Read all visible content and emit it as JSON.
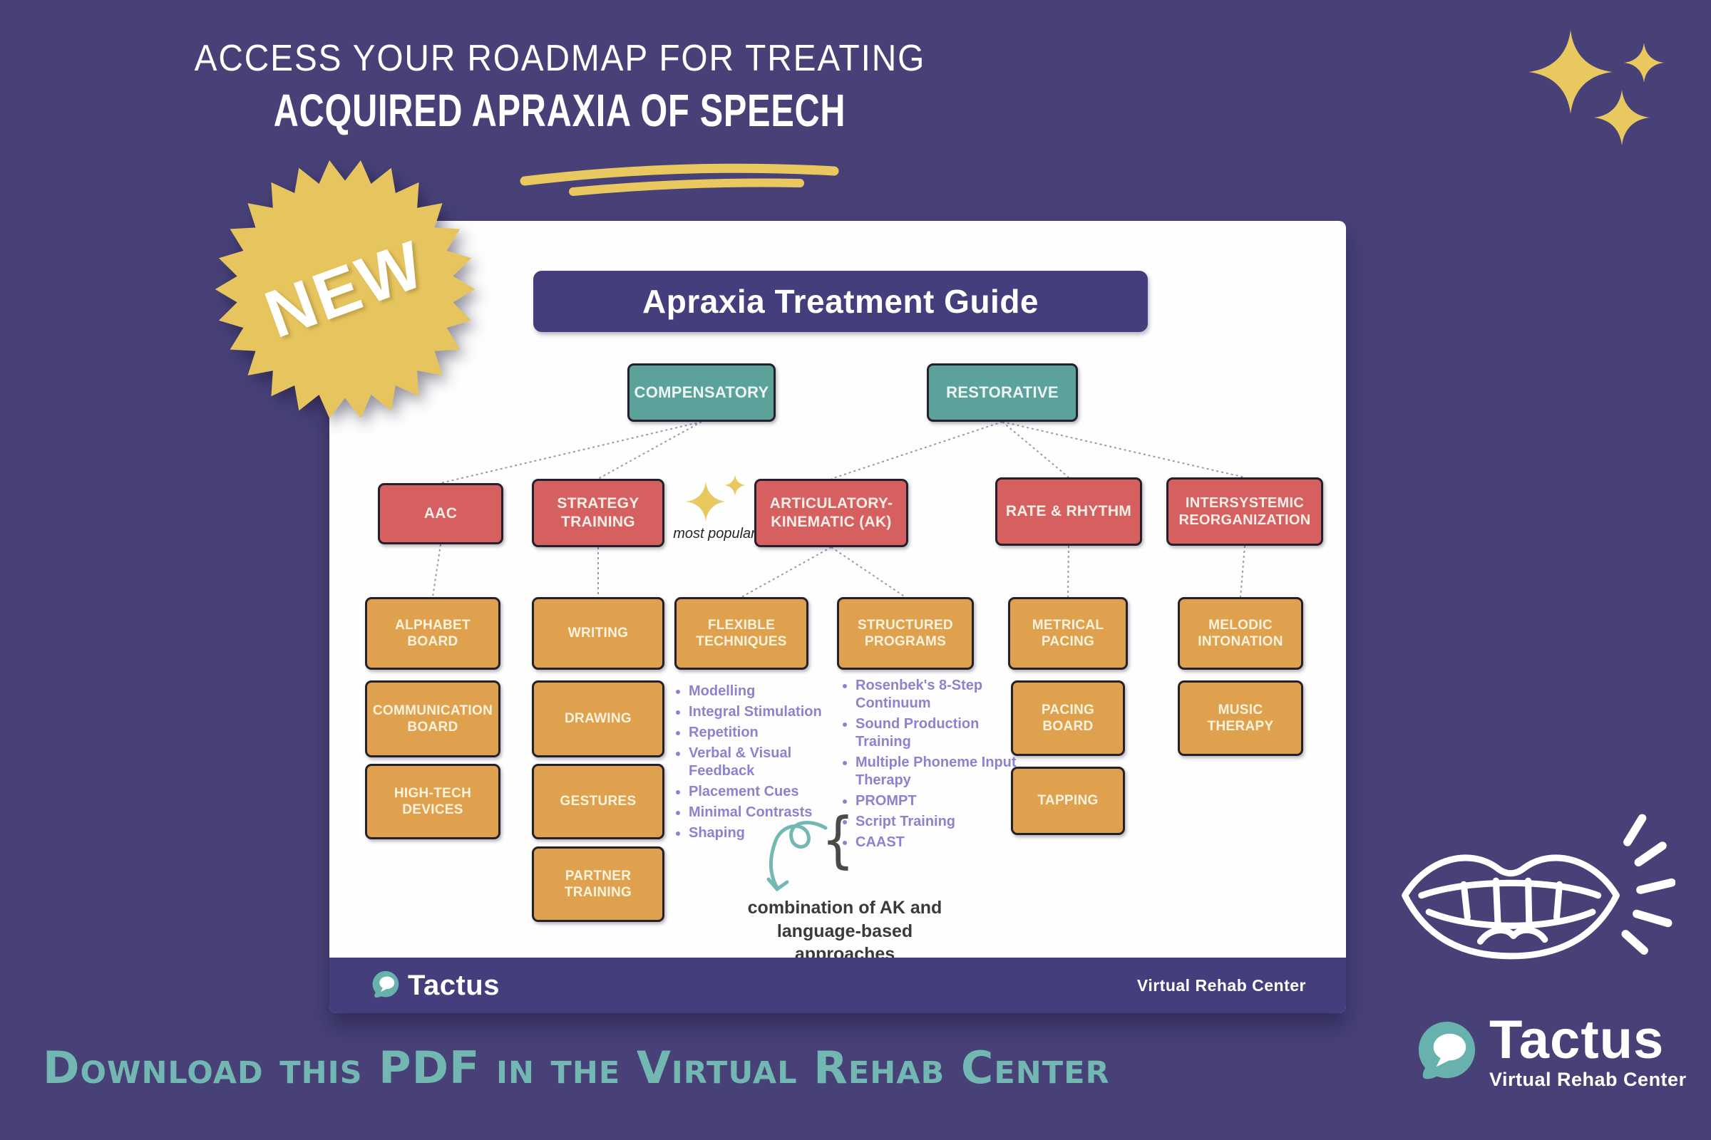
{
  "colors": {
    "background": "#474178",
    "panel_purple": "#443e7c",
    "teal_box": "#5ba29b",
    "red_box": "#d65f5f",
    "orange_box": "#dfa14d",
    "accent_yellow": "#e9c85f",
    "list_text": "#8b83cf",
    "script_teal": "#72b7b2"
  },
  "header": {
    "line1": "ACCESS YOUR ROADMAP FOR TREATING",
    "line2": "ACQUIRED APRAXIA OF SPEECH"
  },
  "badge": {
    "label": "NEW"
  },
  "guide": {
    "title": "Apraxia Treatment Guide",
    "most_popular_note": "most popular",
    "level1": [
      {
        "label": "COMPENSATORY"
      },
      {
        "label": "RESTORATIVE"
      }
    ],
    "level2": [
      {
        "label": "AAC"
      },
      {
        "label": "STRATEGY TRAINING"
      },
      {
        "label": "ARTICULATORY-KINEMATIC (AK)"
      },
      {
        "label": "RATE & RHYTHM"
      },
      {
        "label": "INTERSYSTEMIC REORGANIZATION"
      }
    ],
    "aac_methods": [
      "ALPHABET BOARD",
      "COMMUNICATION BOARD",
      "HIGH-TECH DEVICES"
    ],
    "strategy_methods": [
      "WRITING",
      "DRAWING",
      "GESTURES",
      "PARTNER TRAINING"
    ],
    "ak_methods": [
      "FLEXIBLE TECHNIQUES",
      "STRUCTURED PROGRAMS"
    ],
    "rate_methods": [
      "METRICAL PACING",
      "PACING BOARD",
      "TAPPING"
    ],
    "intersystemic_methods": [
      "MELODIC INTONATION",
      "MUSIC THERAPY"
    ],
    "flexible_techniques": [
      "Modelling",
      "Integral Stimulation",
      "Repetition",
      "Verbal & Visual Feedback",
      "Placement Cues",
      "Minimal Contrasts",
      "Shaping"
    ],
    "structured_programs": [
      "Rosenbek's 8-Step Continuum",
      "Sound Production Training",
      "Multiple Phoneme Input Therapy",
      "PROMPT",
      "Script Training",
      "CAAST"
    ],
    "brace_glyph": "{",
    "combination_note": "combination of AK and language-based approaches",
    "footer": {
      "brand": "Tactus",
      "tagline": "Virtual Rehab Center"
    }
  },
  "bottom": {
    "cta": "Download this PDF in the Virtual Rehab Center",
    "brand": "Tactus",
    "brand_tagline": "Virtual Rehab Center"
  },
  "icons": {
    "top_right_sparkles": "four-point-stars",
    "most_popular_sparkles": "four-point-stars",
    "underline": "yellow-marker-swoosh",
    "new_badge": "starburst-seal",
    "tactus_logo": "teal-speech-bubble",
    "combination_arrow": "curled-teal-arrow",
    "lips": "open-mouth-speaking"
  }
}
